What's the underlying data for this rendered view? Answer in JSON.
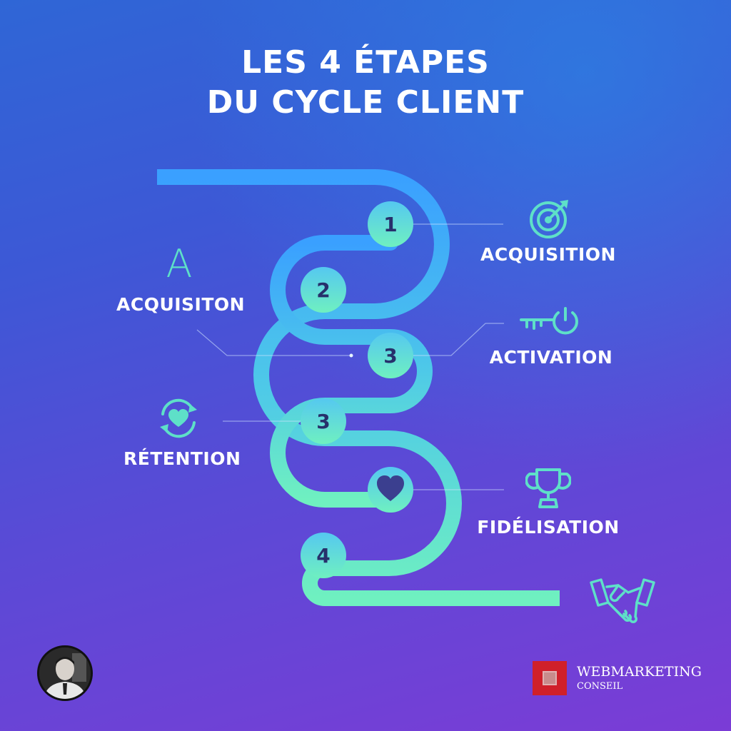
{
  "title": {
    "line1": "LES 4 ÉTAPES",
    "line2": "DU CYCLE CLIENT"
  },
  "steps": [
    {
      "label": "1"
    },
    {
      "label": "2"
    },
    {
      "label": "3"
    },
    {
      "label": "3"
    },
    {
      "label": "heart-icon"
    },
    {
      "label": "4"
    }
  ],
  "labels": {
    "acquisition_right": "ACQUISITION",
    "acquisition_left": "ACQUISITON",
    "activation": "ACTIVATION",
    "retention": "RÉTENTION",
    "fidelisation": "FIDÉLISATION"
  },
  "icons": {
    "acquisition_left": "A",
    "acquisition_right": "target-icon",
    "activation": "key-power-icon",
    "retention": "refresh-heart-icon",
    "fidelisation": "trophy-icon",
    "handshake": "handshake-icon",
    "avatar": "avatar-photo"
  },
  "brand": {
    "name": "WEBMARKETING",
    "sub": "CONSEIL"
  },
  "colors": {
    "bg_top": "#2f66d6",
    "bg_bottom": "#7b3cd6",
    "path_start": "#3aa0ff",
    "path_end": "#6ff0c0",
    "icon_teal": "#5ee0c8",
    "brand_red": "#d0202a",
    "number": "#27306b"
  }
}
